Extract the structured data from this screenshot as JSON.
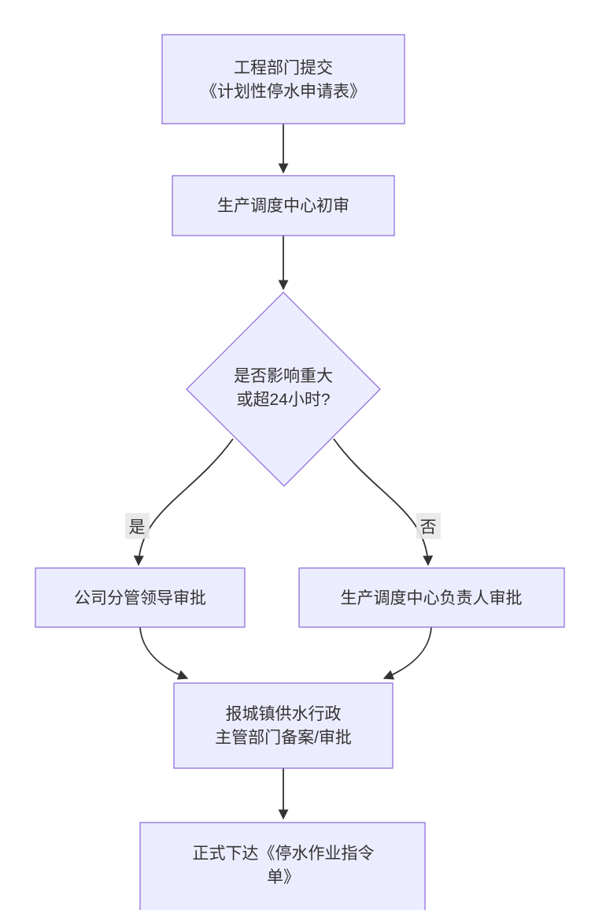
{
  "diagram": {
    "type": "flowchart",
    "direction": "top-down",
    "colors": {
      "node_fill": "#ECECFF",
      "node_border": "#9370DB",
      "edge_line": "#333333",
      "text": "#333333",
      "edge_label_bg": "#e8e8e8",
      "background": "#ffffff"
    },
    "nodes": {
      "submit": {
        "shape": "rect",
        "lines": [
          "工程部门提交",
          "《计划性停水申请表》"
        ]
      },
      "initial_review": {
        "shape": "rect",
        "lines": [
          "生产调度中心初审"
        ]
      },
      "decision": {
        "shape": "diamond",
        "lines": [
          "是否影响重大",
          "或超24小时?"
        ]
      },
      "leader_approval": {
        "shape": "rect",
        "lines": [
          "公司分管领导审批"
        ]
      },
      "center_head_approval": {
        "shape": "rect",
        "lines": [
          "生产调度中心负责人审批"
        ]
      },
      "government_filing": {
        "shape": "rect",
        "lines": [
          "报城镇供水行政",
          "主管部门备案/审批"
        ]
      },
      "issue_order": {
        "shape": "rect",
        "lines": [
          "正式下达《停水作业指令",
          "单》"
        ]
      }
    },
    "edge_labels": {
      "yes": "是",
      "no": "否"
    },
    "edges": [
      {
        "from": "submit",
        "to": "initial_review",
        "label": ""
      },
      {
        "from": "initial_review",
        "to": "decision",
        "label": ""
      },
      {
        "from": "decision",
        "to": "leader_approval",
        "label": "是"
      },
      {
        "from": "decision",
        "to": "center_head_approval",
        "label": "否"
      },
      {
        "from": "leader_approval",
        "to": "government_filing",
        "label": ""
      },
      {
        "from": "center_head_approval",
        "to": "government_filing",
        "label": ""
      },
      {
        "from": "government_filing",
        "to": "issue_order",
        "label": ""
      }
    ]
  }
}
